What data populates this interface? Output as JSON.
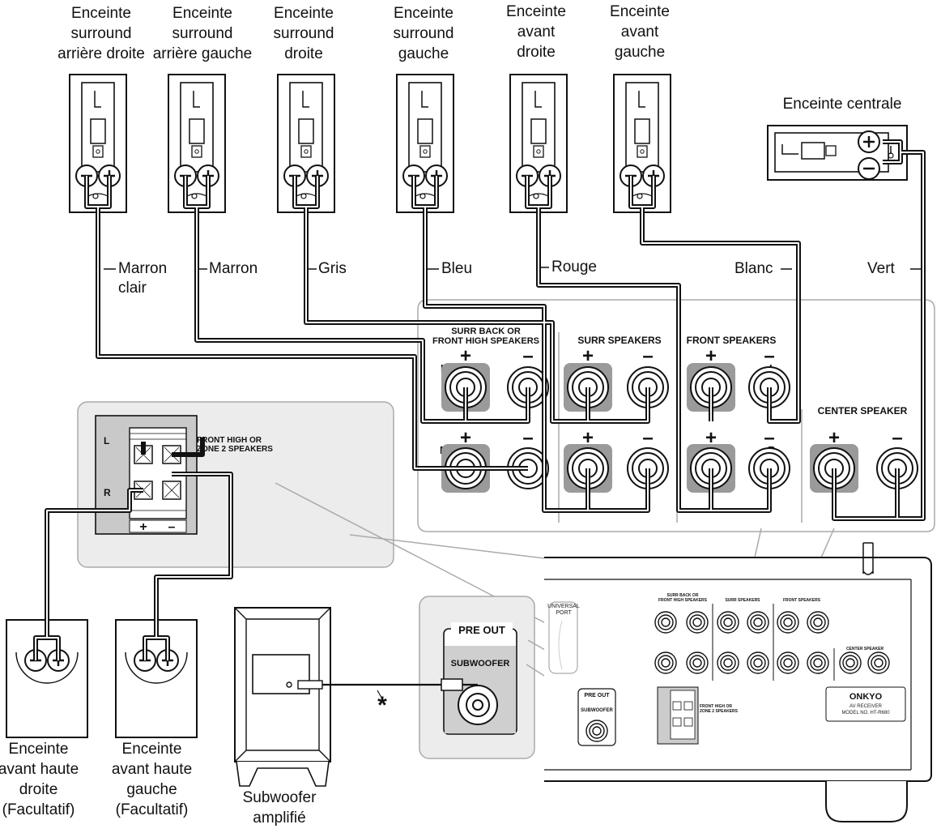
{
  "speakers": {
    "surr_back_right": [
      "Enceinte",
      "surround",
      "arrière droite"
    ],
    "surr_back_left": [
      "Enceinte",
      "surround",
      "arrière gauche"
    ],
    "surr_right": [
      "Enceinte",
      "surround",
      "droite"
    ],
    "surr_left": [
      "Enceinte",
      "surround",
      "gauche"
    ],
    "front_right": [
      "Enceinte",
      "avant",
      "droite"
    ],
    "front_left": [
      "Enceinte",
      "avant",
      "gauche"
    ],
    "center": "Enceinte centrale",
    "front_high_right": [
      "Enceinte",
      "avant haute",
      "droite",
      "(Facultatif)"
    ],
    "front_high_left": [
      "Enceinte",
      "avant haute",
      "gauche",
      "(Facultatif)"
    ],
    "subwoofer": [
      "Subwoofer",
      "amplifié"
    ]
  },
  "wires": {
    "light_brown": [
      "Marron",
      "clair"
    ],
    "brown": "Marron",
    "grey": "Gris",
    "blue": "Bleu",
    "red": "Rouge",
    "white": "Blanc",
    "green": "Vert"
  },
  "terminals": {
    "surr_back": [
      "SURR BACK OR",
      "FRONT HIGH SPEAKERS"
    ],
    "surr": "SURR SPEAKERS",
    "front": "FRONT SPEAKERS",
    "center": "CENTER SPEAKER",
    "plus": "+",
    "minus": "–",
    "left": "L",
    "right": "R",
    "zone2": [
      "FRONT HIGH OR",
      "ZONE 2 SPEAKERS"
    ],
    "pre_out": "PRE OUT",
    "subwoofer": "SUBWOOFER"
  },
  "receiver": {
    "brand": "ONKYO",
    "line1": "AV RECEIVER",
    "line2": "MODEL NO. HT-R680",
    "universal_port": [
      "UNIVERSAL",
      "PORT"
    ]
  },
  "asterisk": "*"
}
